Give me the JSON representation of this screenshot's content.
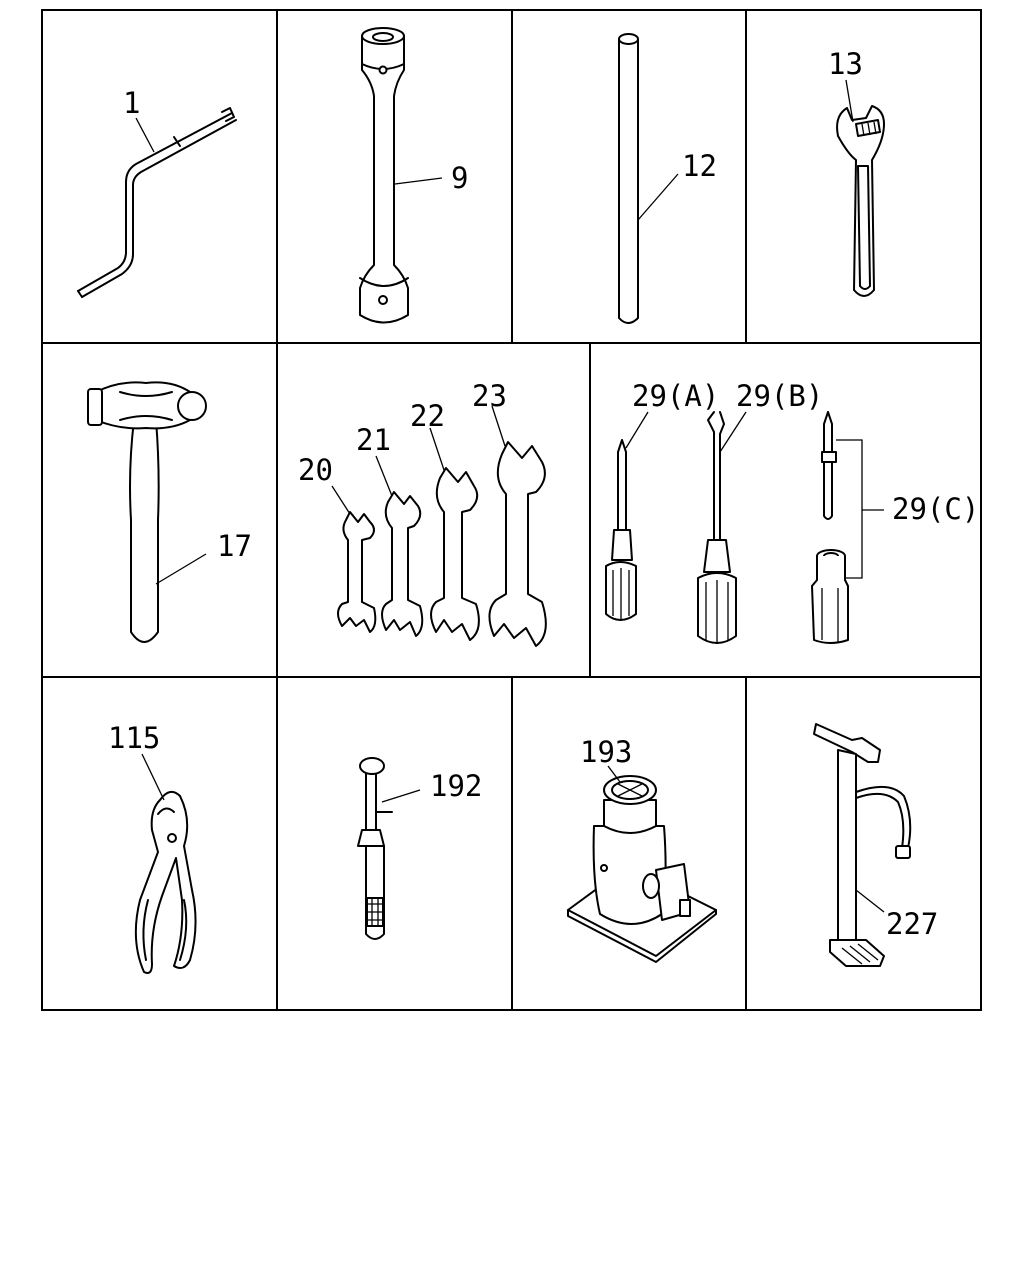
{
  "labels": {
    "p1": "1",
    "p9": "9",
    "p12": "12",
    "p13": "13",
    "p17": "17",
    "p20": "20",
    "p21": "21",
    "p22": "22",
    "p23": "23",
    "p29a": "29(A)",
    "p29b": "29(B)",
    "p29c": "29(C)",
    "p115": "115",
    "p192": "192",
    "p193": "193",
    "p227": "227"
  },
  "icons": {
    "crank_handle": "crank-handle-icon",
    "box_wrench": "box-wrench-icon",
    "tommy_bar": "tommy-bar-icon",
    "adjustable_wrench": "adjustable-wrench-icon",
    "hammer": "ball-peen-hammer-icon",
    "open_end_wrenches": "open-end-wrench-icon",
    "screwdrivers": "screwdriver-icon",
    "pliers": "pliers-icon",
    "screwdriver_192": "screwdriver-tool-icon",
    "jack": "bottle-jack-icon",
    "pump": "tire-pump-icon"
  }
}
